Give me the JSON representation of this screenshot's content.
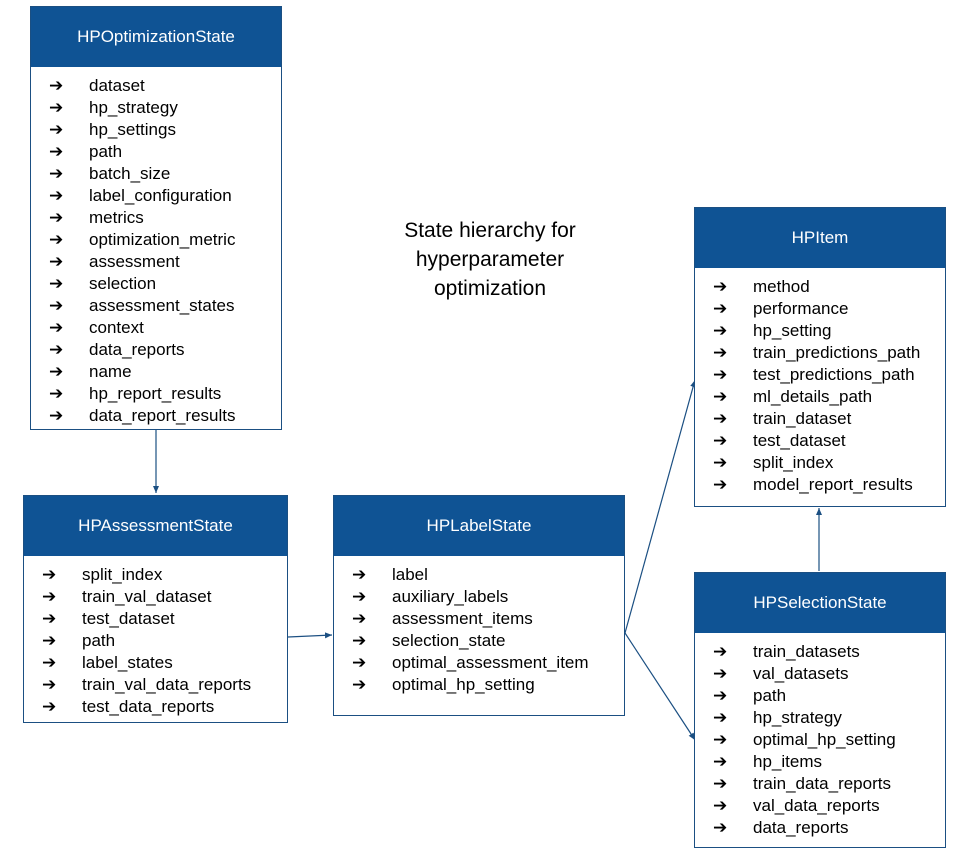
{
  "title": "State hierarchy for hyperparameter optimization",
  "arrow_glyph": "➔",
  "colors": {
    "header": "#0f5394",
    "border": "#1b4f82",
    "connector": "#1b4f82"
  },
  "boxes": {
    "opt": {
      "header": "HPOptimizationState",
      "fields": [
        "dataset",
        "hp_strategy",
        "hp_settings",
        "path",
        "batch_size",
        "label_configuration",
        "metrics",
        "optimization_metric",
        "assessment",
        "selection",
        "assessment_states",
        "context",
        "data_reports",
        "name",
        "hp_report_results",
        "data_report_results"
      ]
    },
    "assess": {
      "header": "HPAssessmentState",
      "fields": [
        "split_index",
        "train_val_dataset",
        "test_dataset",
        "path",
        "label_states",
        "train_val_data_reports",
        "test_data_reports"
      ]
    },
    "label": {
      "header": "HPLabelState",
      "fields": [
        "label",
        "auxiliary_labels",
        "assessment_items",
        "selection_state",
        "optimal_assessment_item",
        "optimal_hp_setting"
      ]
    },
    "item": {
      "header": "HPItem",
      "fields": [
        "method",
        "performance",
        "hp_setting",
        "train_predictions_path",
        "test_predictions_path",
        "ml_details_path",
        "train_dataset",
        "test_dataset",
        "split_index",
        "model_report_results"
      ]
    },
    "sel": {
      "header": "HPSelectionState",
      "fields": [
        "train_datasets",
        "val_datasets",
        "path",
        "hp_strategy",
        "optimal_hp_setting",
        "hp_items",
        "train_data_reports",
        "val_data_reports",
        "data_reports"
      ]
    }
  }
}
